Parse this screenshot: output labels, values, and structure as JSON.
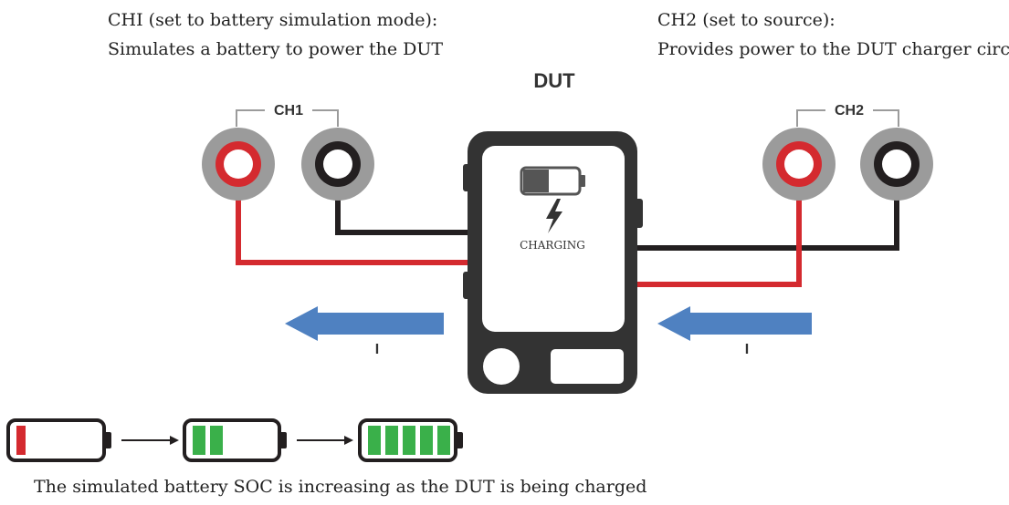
{
  "annotations": {
    "ch1_line1": "CHI (set to battery simulation mode):",
    "ch1_line2": "Simulates a battery to power the DUT",
    "ch2_line1": "CH2 (set to source):",
    "ch2_line2": "Provides power to the DUT charger circuit"
  },
  "dut": {
    "title": "DUT",
    "status": "CHARGING",
    "battery_icon": "battery-half-icon",
    "charge_icon": "lightning-bolt-icon"
  },
  "channels": {
    "ch1_label": "CH1",
    "ch2_label": "CH2"
  },
  "current": {
    "left_label": "I",
    "right_label": "I",
    "arrow_direction": "left"
  },
  "soc_sequence": {
    "caption": "The simulated battery SOC is increasing as the DUT is being charged",
    "battery_icon": "battery-icon",
    "arrow_icon": "arrow-right-icon",
    "stages": [
      {
        "filled_cells": 1,
        "total_cells": 5,
        "color": "#d42a2f"
      },
      {
        "filled_cells": 2,
        "total_cells": 5,
        "color": "#3ab04a"
      },
      {
        "filled_cells": 5,
        "total_cells": 5,
        "color": "#3ab04a"
      }
    ]
  },
  "colors": {
    "positive_lead": "#d42a2f",
    "negative_lead": "#231f20",
    "terminal_ring": "#9b9b9b",
    "current_arrow": "#4f81c1",
    "device_body": "#333333",
    "screen": "#ffffff"
  }
}
